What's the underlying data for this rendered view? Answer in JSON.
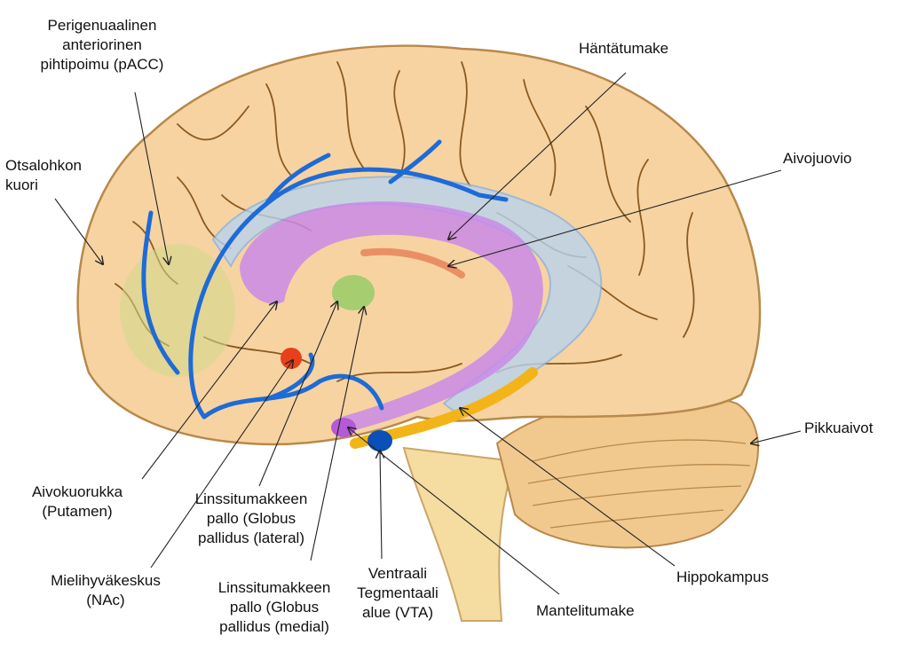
{
  "labels": {
    "pacc": [
      "Perigenuaalinen",
      "anteriorinen",
      "pihtipoimu (pACC)"
    ],
    "otsalohkon": [
      "Otsalohkon",
      "kuori"
    ],
    "hantatumake": "Häntätumake",
    "aivojuovio": "Aivojuovio",
    "pikkuaivot": "Pikkuaivot",
    "aivokuorukka": [
      "Aivokuorukka",
      "(Putamen)"
    ],
    "globus_lateral": [
      "Linssitumakkeen",
      "pallo (Globus",
      "pallidus (lateral)"
    ],
    "mielihyvakeskus": [
      "Mielihyväkeskus",
      "(NAc)"
    ],
    "globus_medial": [
      "Linssitumakkeen",
      "pallo (Globus",
      "pallidus (medial)"
    ],
    "vta": [
      "Ventraali",
      "Tegmentaali",
      "alue (VTA)"
    ],
    "hippokampus": "Hippokampus",
    "mantelitumake": "Mantelitumake"
  },
  "colors": {
    "cortex": "#f7d3a2",
    "sulci": "#8a5a1e",
    "vessels": "#1e6bd6",
    "striatum_violet": "#c98ae8",
    "ventricle_blue": "#b9d3ef",
    "prefrontal_green": "#d2d98a",
    "caudate_orange": "#e8835a",
    "hippocampus_yellow": "#f2b418",
    "nac_red": "#e8401c",
    "vta_blue": "#0b4fb8",
    "globus_green": "#9ccc6a"
  }
}
